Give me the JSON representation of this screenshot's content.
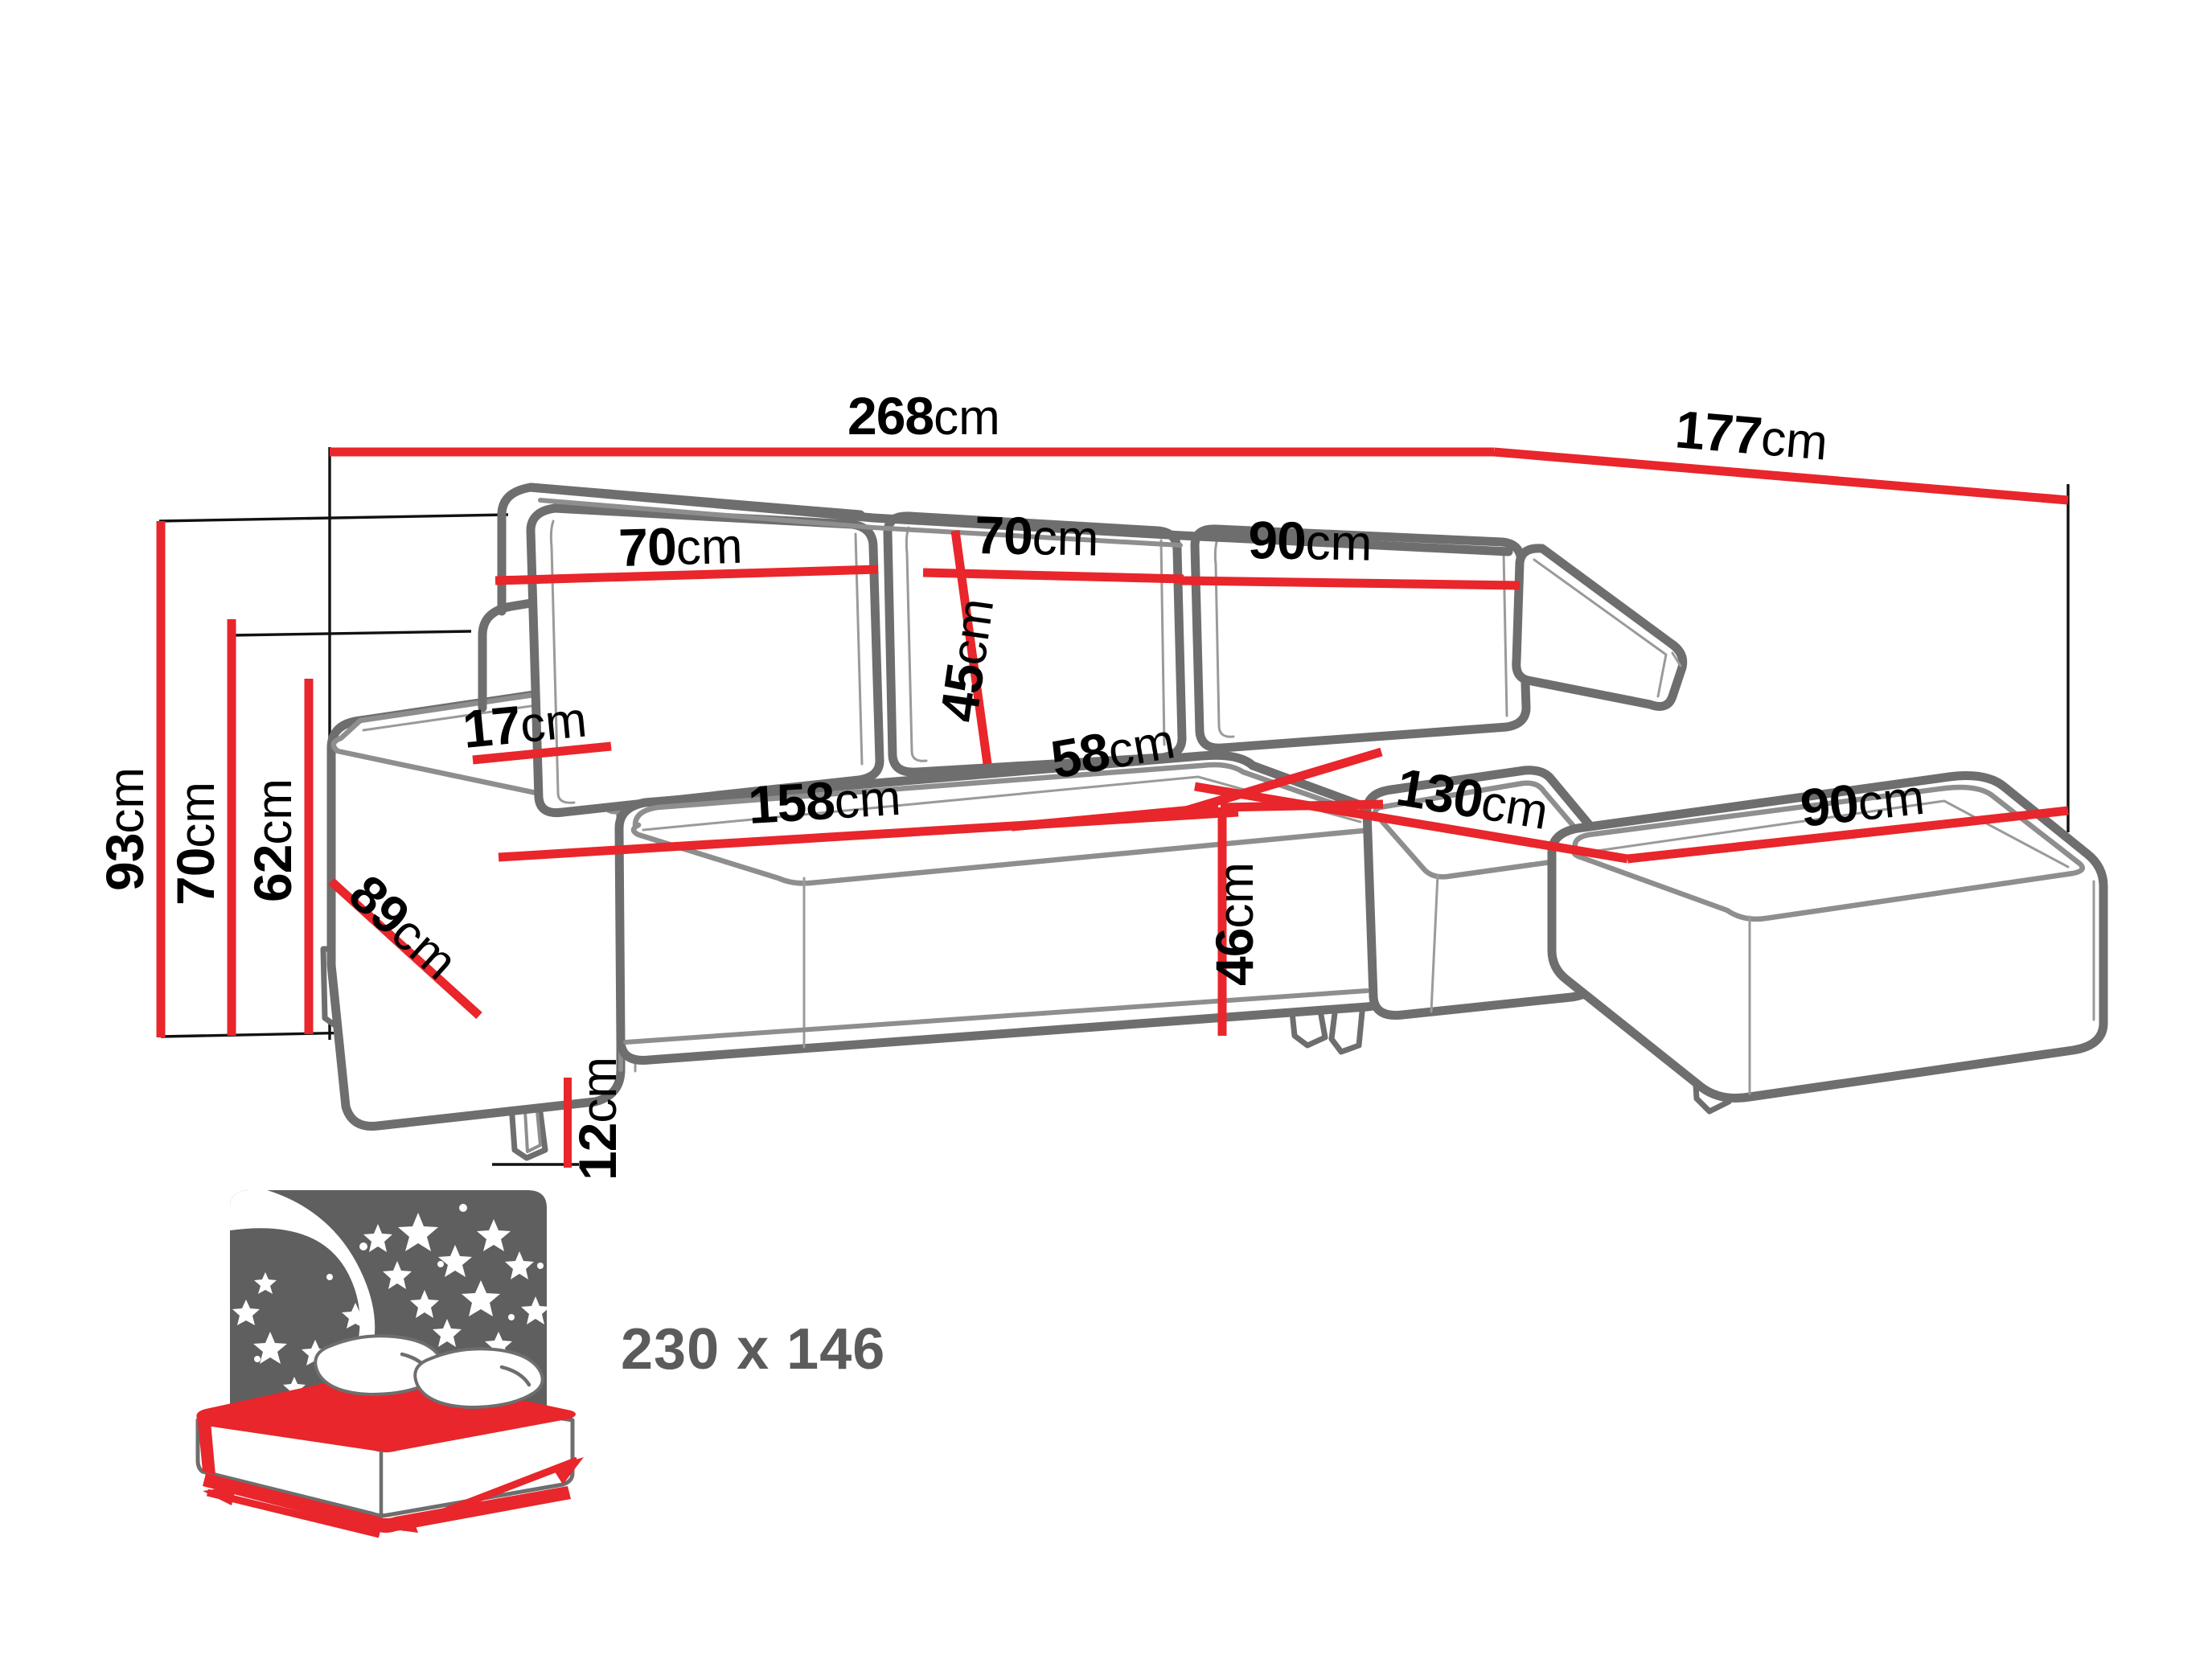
{
  "diagram": {
    "title": "Corner sofa bed dimension diagram",
    "units": "cm",
    "accent_color": "#e8262b",
    "outline_color": "#6e6e6e",
    "label_color": "#000000",
    "bed_label_color": "#5b5b5b"
  },
  "dimensions": {
    "total_width": {
      "value": "268",
      "unit": "cm",
      "name": "total-width"
    },
    "total_depth_right": {
      "value": "177",
      "unit": "cm",
      "name": "total-depth-right"
    },
    "backrest_left": {
      "value": "70",
      "unit": "cm",
      "name": "backrest-cushion-left-width"
    },
    "backrest_mid": {
      "value": "70",
      "unit": "cm",
      "name": "backrest-cushion-mid-width"
    },
    "backrest_right": {
      "value": "90",
      "unit": "cm",
      "name": "backrest-cushion-right-width"
    },
    "backrest_height": {
      "value": "45",
      "unit": "cm",
      "name": "backrest-height"
    },
    "armrest_width": {
      "value": "17",
      "unit": "cm",
      "name": "armrest-width"
    },
    "seat_depth_corner": {
      "value": "58",
      "unit": "cm",
      "name": "corner-seat-depth"
    },
    "seat_width_main": {
      "value": "158",
      "unit": "cm",
      "name": "main-seat-width"
    },
    "arm_depth": {
      "value": "89",
      "unit": "cm",
      "name": "arm-depth"
    },
    "seat_height": {
      "value": "46",
      "unit": "cm",
      "name": "seat-height"
    },
    "chaise_length": {
      "value": "130",
      "unit": "cm",
      "name": "chaise-length"
    },
    "chaise_width": {
      "value": "90",
      "unit": "cm",
      "name": "chaise-width"
    },
    "total_height": {
      "value": "93",
      "unit": "cm",
      "name": "total-height"
    },
    "back_height": {
      "value": "70",
      "unit": "cm",
      "name": "back-height"
    },
    "arm_height": {
      "value": "62",
      "unit": "cm",
      "name": "arm-height"
    },
    "leg_height": {
      "value": "12",
      "unit": "cm",
      "name": "leg-height"
    }
  },
  "sleeping_area": {
    "label": "230 x 146",
    "icon": "bed-with-starry-night-icon"
  }
}
